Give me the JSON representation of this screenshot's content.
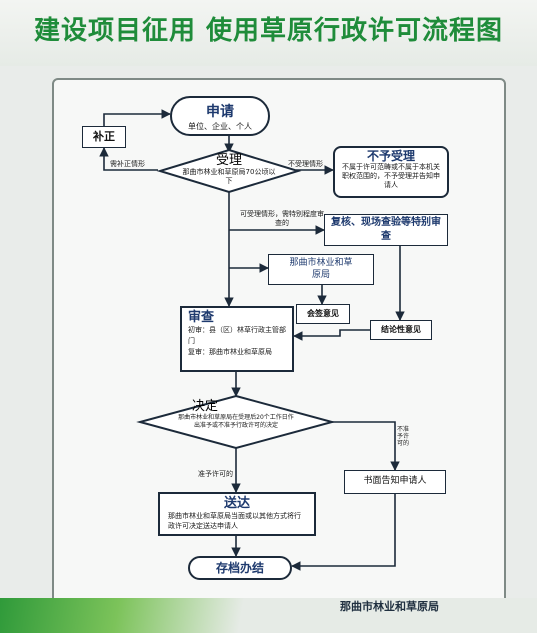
{
  "title": "建设项目征用 使用草原行政许可流程图",
  "footer": "那曲市林业和草原局",
  "nodes": {
    "apply": {
      "title": "申请",
      "sub": "单位、企业、个人"
    },
    "correction": {
      "title": "补正"
    },
    "accept": {
      "title": "受理",
      "sub": "那曲市林业和草原局70公顷以下"
    },
    "reject": {
      "title": "不予受理",
      "sub": "不属于许可范畴或不属于本机关职权范围的，不予受理并告知申请人"
    },
    "review_check": {
      "title": "复核、现场查验等特别审查"
    },
    "bureau": {
      "title": "那曲市林业和草原局"
    },
    "cosign": {
      "title": "会签意见"
    },
    "conclusion": {
      "title": "结论性意见"
    },
    "examine": {
      "title": "审查",
      "line1": "初审：县（区）林草行政主管部门",
      "line2": "复审：那曲市林业和草原局"
    },
    "decide": {
      "title": "决定",
      "sub": "那曲市林业和草原局在受理后20个工作日作出准予或不准予行政许可的决定"
    },
    "notify": {
      "title": "书面告知申请人"
    },
    "deliver": {
      "title": "送达",
      "sub": "那曲市林业和草原局当面或以其他方式将行政许可决定送达申请人"
    },
    "archive": {
      "title": "存档办结"
    }
  },
  "edge_labels": {
    "need_correction": "需补正情形",
    "not_accept": "不受理情形",
    "special": "可受理情形，需特别程度审查的",
    "grant": "准予许可的",
    "deny": "不准予许可的"
  }
}
